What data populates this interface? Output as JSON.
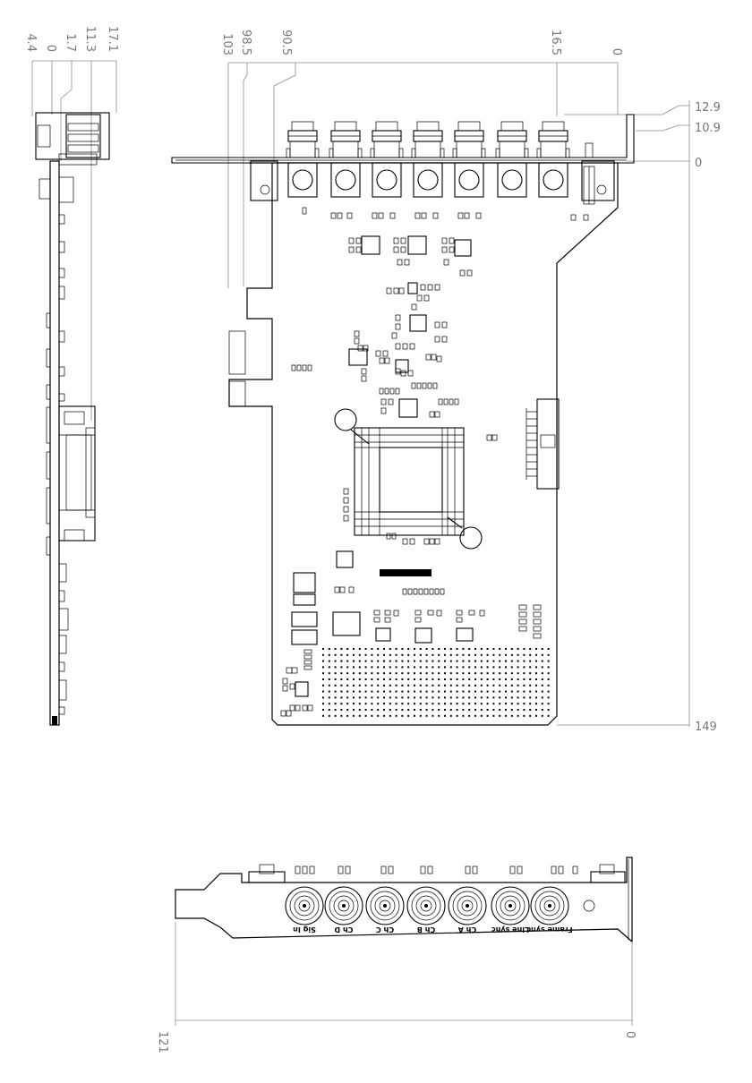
{
  "drawing": {
    "left_view_dimensions": [
      "17.1",
      "11.3",
      "1.7",
      "0",
      "4.4"
    ],
    "top_view_dimensions": {
      "horizontal": [
        "103",
        "98.5",
        "90.5",
        "16.5",
        "0"
      ],
      "vertical": [
        "12.9",
        "10.9",
        "0",
        "149"
      ]
    },
    "bracket_view_dimensions": [
      "121",
      "0"
    ],
    "connector_labels": [
      "Sig In",
      "Ch D",
      "Ch C",
      "Ch B",
      "Ch A",
      "Line sync",
      "Frame sync"
    ]
  }
}
